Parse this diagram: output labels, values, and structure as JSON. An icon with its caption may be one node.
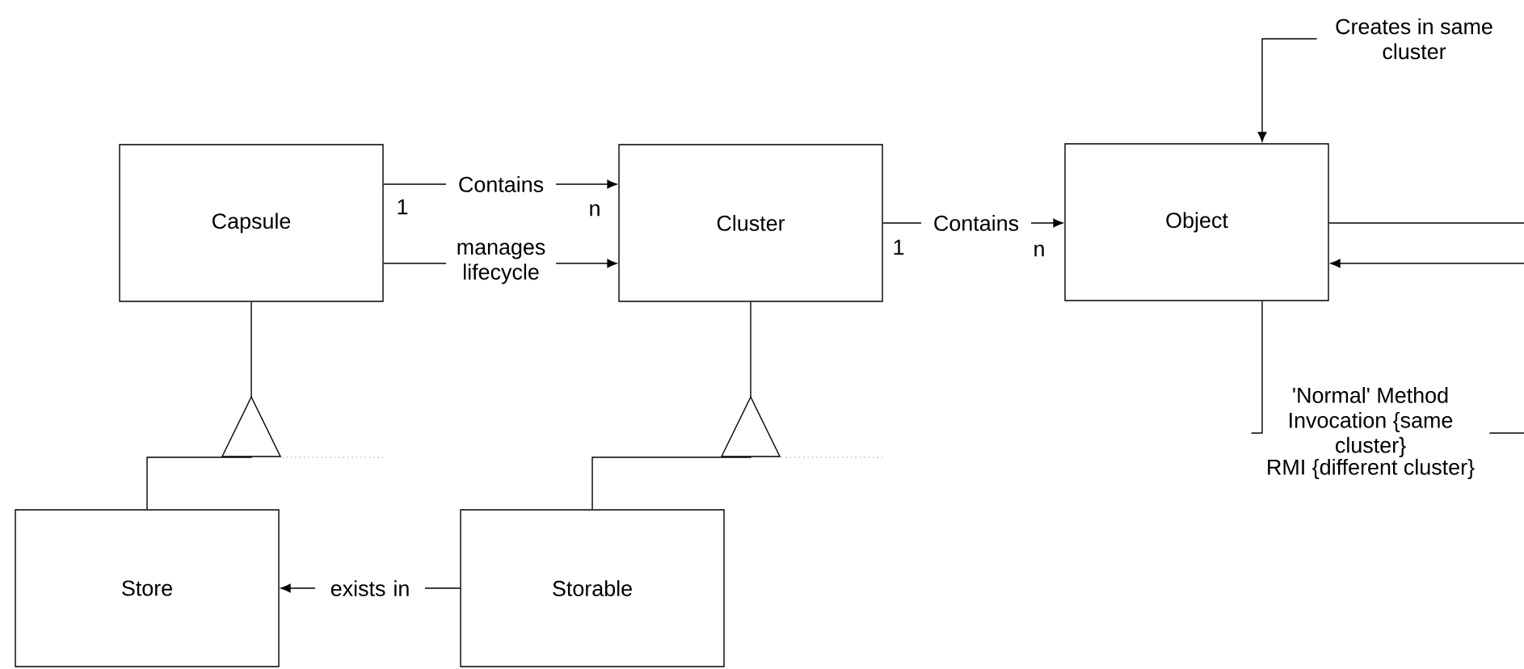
{
  "diagram": {
    "nodes": [
      {
        "text": [
          "Capsule"
        ]
      },
      {
        "text": [
          "Cluster"
        ]
      },
      {
        "text": [
          "Object"
        ]
      },
      {
        "text": [
          "Store"
        ]
      },
      {
        "text": [
          "Storable"
        ]
      },
      {
        "text": [
          "Creates in same cluster"
        ]
      },
      {
        "text": [
          "'Normal' Method Invocation {same cluster}",
          "RMI {different cluster}"
        ]
      }
    ],
    "edges": [
      {
        "from": 0,
        "to": 1,
        "arrow": "to",
        "label": "Contains"
      },
      {
        "from": 0,
        "to": 1,
        "arrow": "to",
        "label": "manages lifecycle"
      },
      {
        "from": 1,
        "to": 2,
        "arrow": "to",
        "label": "Contains"
      },
      {
        "from": 4,
        "to": 3,
        "arrow": "to",
        "label": "exists in"
      },
      {
        "from": 3,
        "to": 0,
        "arrow": "to"
      },
      {
        "from": 4,
        "to": 1,
        "arrow": "to"
      },
      {
        "from": 5,
        "to": 2,
        "arrow": "to"
      },
      {
        "from": 2,
        "to": 6,
        "arrow": "none"
      },
      {
        "from": 2,
        "to": null,
        "arrow": "none"
      },
      {
        "from": null,
        "to": 2,
        "arrow": "to"
      },
      {
        "from": 6,
        "to": null,
        "arrow": "none"
      }
    ],
    "labels": [
      "1",
      "n",
      "1",
      "n"
    ]
  }
}
